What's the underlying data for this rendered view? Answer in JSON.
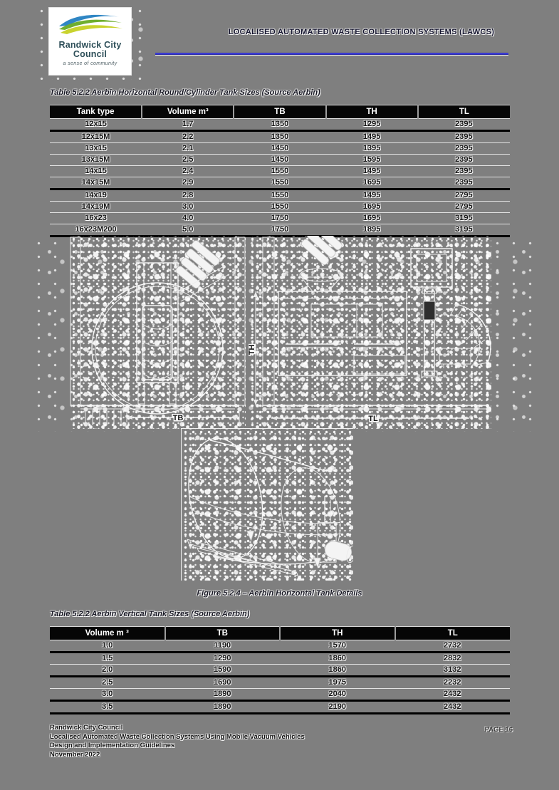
{
  "page": {
    "background_color": "#7f7f7f",
    "accent_blue": "#4747f5",
    "table_header_bg": "#060606"
  },
  "header": {
    "logo": {
      "line1": "Randwick City",
      "line2": "Council",
      "tagline": "a sense of community",
      "wave_colors": {
        "top": "#2f86c4",
        "middle": "#6fae2f",
        "bottom": "#c9d32e"
      }
    },
    "title": "LOCALISED AUTOMATED WASTE COLLECTION SYSTEMS (LAWCS)"
  },
  "table1": {
    "caption": "Table 5.2.2 Aerbin Horizontal Round/Cylinder Tank Sizes (Source Aerbin)",
    "headers": [
      "Tank type",
      "Volume m³",
      "TB",
      "TH",
      "TL"
    ],
    "rows": [
      [
        "12x15",
        "1.7",
        "1350",
        "1295",
        "2395"
      ],
      [
        "12x15M",
        "2.2",
        "1350",
        "1495",
        "2395"
      ],
      [
        "13x15",
        "2.1",
        "1450",
        "1395",
        "2395"
      ],
      [
        "13x15M",
        "2.5",
        "1450",
        "1595",
        "2395"
      ],
      [
        "14x15",
        "2.4",
        "1550",
        "1495",
        "2395"
      ],
      [
        "14x15M",
        "2.9",
        "1550",
        "1695",
        "2395"
      ],
      [
        "14x19",
        "2.8",
        "1550",
        "1495",
        "2795"
      ],
      [
        "14x19M",
        "3.0",
        "1550",
        "1695",
        "2795"
      ],
      [
        "16x23",
        "4.0",
        "1750",
        "1695",
        "3195"
      ],
      [
        "16x23M200",
        "5.0",
        "1750",
        "1895",
        "3195"
      ]
    ]
  },
  "figure": {
    "caption": "Figure 5.2.4 – Aerbin Horizontal Tank Details",
    "labels": {
      "tb": "TB",
      "tl": "TL",
      "th": "TH"
    }
  },
  "table2": {
    "caption": "Table 5.2.2 Aerbin Vertical Tank Sizes (Source Aerbin)",
    "headers": [
      "Volume m ³",
      "TB",
      "TH",
      "TL"
    ],
    "rows": [
      [
        "1.0",
        "1190",
        "1570",
        "2732"
      ],
      [
        "1.5",
        "1290",
        "1860",
        "2832"
      ],
      [
        "2.0",
        "1590",
        "1860",
        "3132"
      ],
      [
        "2.5",
        "1690",
        "1975",
        "2232"
      ],
      [
        "3.0",
        "1890",
        "2040",
        "2432"
      ],
      [
        "3.5",
        "1890",
        "2190",
        "2432"
      ]
    ]
  },
  "footer": {
    "lines": [
      "Randwick City Council",
      "Localised Automated Waste Collection Systems Using Mobile Vacuum Vehicles",
      "Design and Implementation Guidelines",
      "November 2022"
    ],
    "page_label": "PAGE 16"
  }
}
